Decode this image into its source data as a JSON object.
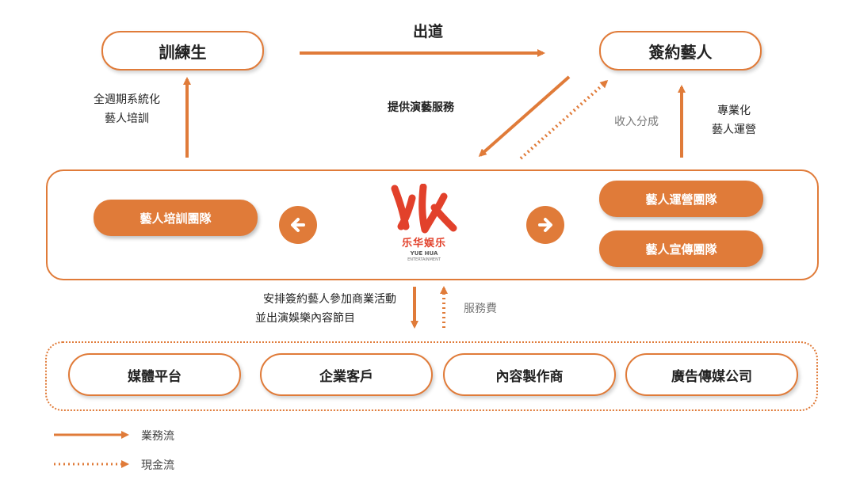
{
  "nodes": {
    "trainee": "訓練生",
    "signed_artist": "簽約藝人"
  },
  "edges": {
    "debut": "出道",
    "provide_services": "提供演藝服務",
    "revenue_share": "收入分成",
    "full_cycle_training": [
      "全週期系統化",
      "藝人培訓"
    ],
    "professional_management": [
      "專業化",
      "藝人運營"
    ],
    "arrange_activities": [
      "安排簽約藝人參加商業活動",
      "並出演娛樂內容節目"
    ],
    "service_fee": "服務費"
  },
  "company": {
    "logo_text_cn": "乐华娱乐",
    "logo_text_en": "YUE HUA",
    "logo_text_en_small": "ENTERTAINMENT",
    "training_team": "藝人培訓團隊",
    "operation_team": "藝人運營團隊",
    "publicity_team": "藝人宣傳團隊"
  },
  "clients": [
    "媒體平台",
    "企業客戶",
    "內容製作商",
    "廣告傳媒公司"
  ],
  "legend": {
    "business_flow": "業務流",
    "cash_flow": "現金流"
  },
  "colors": {
    "accent": "#e07b39",
    "logo_red": "#e2412b"
  }
}
